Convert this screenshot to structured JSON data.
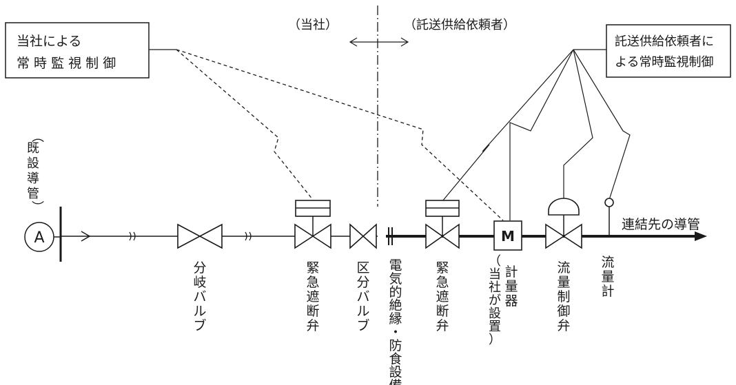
{
  "header": {
    "left_side": "（当社）",
    "right_side": "（託送供給依頼者）"
  },
  "boxes": {
    "company_monitoring": [
      "当社による",
      "常 時 監 視 制 御"
    ],
    "requester_monitoring": [
      "託送供給依頼者に",
      "よる常時監視制御"
    ]
  },
  "existing_pipe_label": [
    "（",
    "既",
    "設",
    "導",
    "管",
    "）"
  ],
  "circle_label": "A",
  "destination_label": "連結先の導管",
  "components": {
    "branch_valve": "分岐バルブ",
    "emergency_valve_1": "緊急遮断弁",
    "section_valve": "区分バルブ",
    "insulation": "電気的絶縁・防食設備",
    "emergency_valve_2": "緊急遮断弁",
    "meter": "計量器",
    "meter_note": "（当社が設置）",
    "flow_control_valve": "流量制御弁",
    "flow_meter": "流量計"
  },
  "meter_symbol": "M",
  "colors": {
    "line": "#1a1a1a",
    "background": "#ffffff"
  }
}
